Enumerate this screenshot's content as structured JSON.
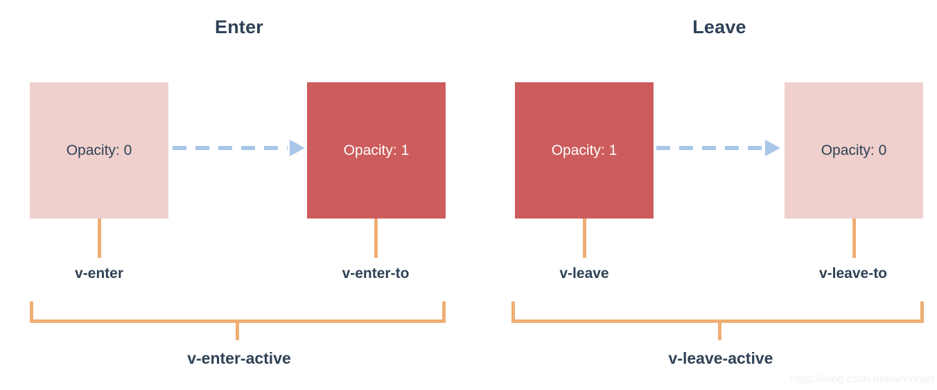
{
  "diagram": {
    "watermark": "https://blog.csdn.net/airconan",
    "colors": {
      "pale_box": "#efd0cd",
      "solid_box": "#cd5c5c",
      "arrow": "#a8c7e8",
      "connector": "#eeae73",
      "text": "#2f4156",
      "background": "#ffffff"
    },
    "panels": [
      {
        "title": "Enter",
        "from_box": {
          "label": "Opacity: 0",
          "fill": "pale"
        },
        "to_box": {
          "label": "Opacity: 1",
          "fill": "solid"
        },
        "from_class": "v-enter",
        "to_class": "v-enter-to",
        "active_class": "v-enter-active"
      },
      {
        "title": "Leave",
        "from_box": {
          "label": "Opacity: 1",
          "fill": "solid"
        },
        "to_box": {
          "label": "Opacity: 0",
          "fill": "pale"
        },
        "from_class": "v-leave",
        "to_class": "v-leave-to",
        "active_class": "v-leave-active"
      }
    ]
  }
}
